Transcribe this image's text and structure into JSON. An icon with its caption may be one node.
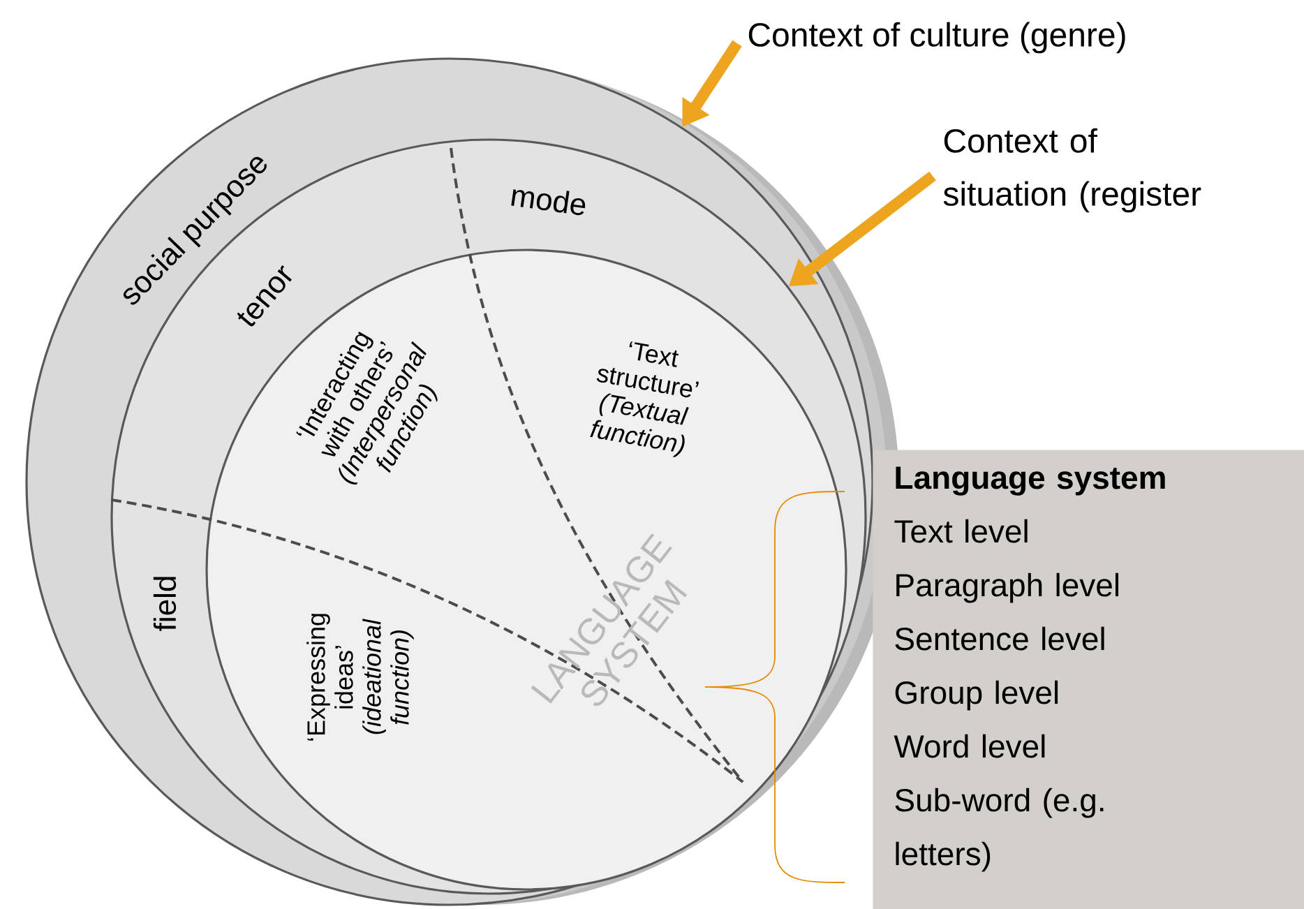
{
  "diagram": {
    "nodes": [
      {
        "text": [
          "social purpose"
        ]
      },
      {
        "text": [
          "tenor",
          "mode",
          "field"
        ],
        "in": 0
      },
      {
        "text": [
          "‘Interacting with others’ *(Interpersonal function)*",
          "‘Text structure’ *(Textual function)*",
          "‘Expressing ideas’ *(ideational function)*",
          "LANGUAGE SYSTEM"
        ],
        "in": 1
      },
      {
        "text": [
          "Context of culture (genre)"
        ]
      },
      {
        "text": [
          "Context of situation (register"
        ]
      },
      {
        "text": [
          "Language system",
          "Text level",
          "Paragraph level",
          "Sentence level",
          "Group level",
          "Word level",
          "Sub-word (e.g. letters)"
        ]
      }
    ],
    "edges": [
      {
        "from": 3,
        "to": 0,
        "arrow": "to",
        "color": "#eda41e"
      },
      {
        "from": 4,
        "to": 1,
        "arrow": "to",
        "color": "#eda41e"
      }
    ]
  }
}
